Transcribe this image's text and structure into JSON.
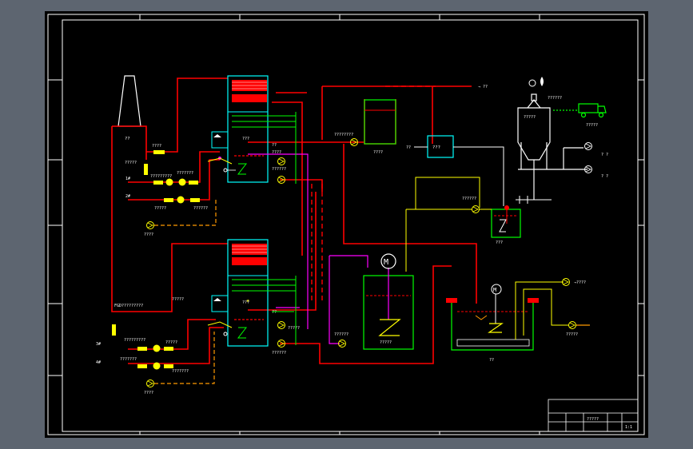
{
  "labels": {
    "chimney": "??",
    "abs1_name": "???",
    "abs1_inlet": "????",
    "abs1_fan": "?????",
    "abs1_u1": "?????????",
    "abs1_u2": "???????",
    "abs1_u3": "?????",
    "abs1_tag1": "1#",
    "abs1_tag2": "2#",
    "abs1_pump": "????",
    "abs1_r1": "??",
    "abs1_r2": "????",
    "abs1_r3": "??????",
    "abs2_name": "???",
    "abs2_inlet": "FGD?????????",
    "abs2_fan": "?????",
    "abs2_u1": "?????????",
    "abs2_u2": "???????",
    "abs2_u3": "?????",
    "abs2_tag1": "3#",
    "abs2_tag2": "4#",
    "abs2_pump": "????",
    "abs2_r1": "??",
    "abs2_r2": "?????",
    "abs2_r3": "??????",
    "tank1_pump": "????????",
    "tank1_name": "????",
    "to_out1": "??",
    "cyclone": "???",
    "cyclone_in": "??",
    "silo": "?????",
    "silo_top": "??????",
    "truck": "?????",
    "vent1": "? ?",
    "vent2": "? ?",
    "mix_pump": "??????",
    "mix_name": "???",
    "mix_tank": "?????",
    "mix_pump2": "??????",
    "settle_pump": "?????",
    "settle_name": "??",
    "settle_out": "????",
    "title_a": "?????",
    "title_b": "1:1"
  },
  "colors": {
    "background": "#000000",
    "frame": "#ffffff",
    "flue_gas": "#ff0000",
    "absorber": "#00ffff",
    "slurry": "#00ff00",
    "gypsum": "#ff00ff",
    "limestone": "#ffff00",
    "drain": "#ff9900"
  }
}
